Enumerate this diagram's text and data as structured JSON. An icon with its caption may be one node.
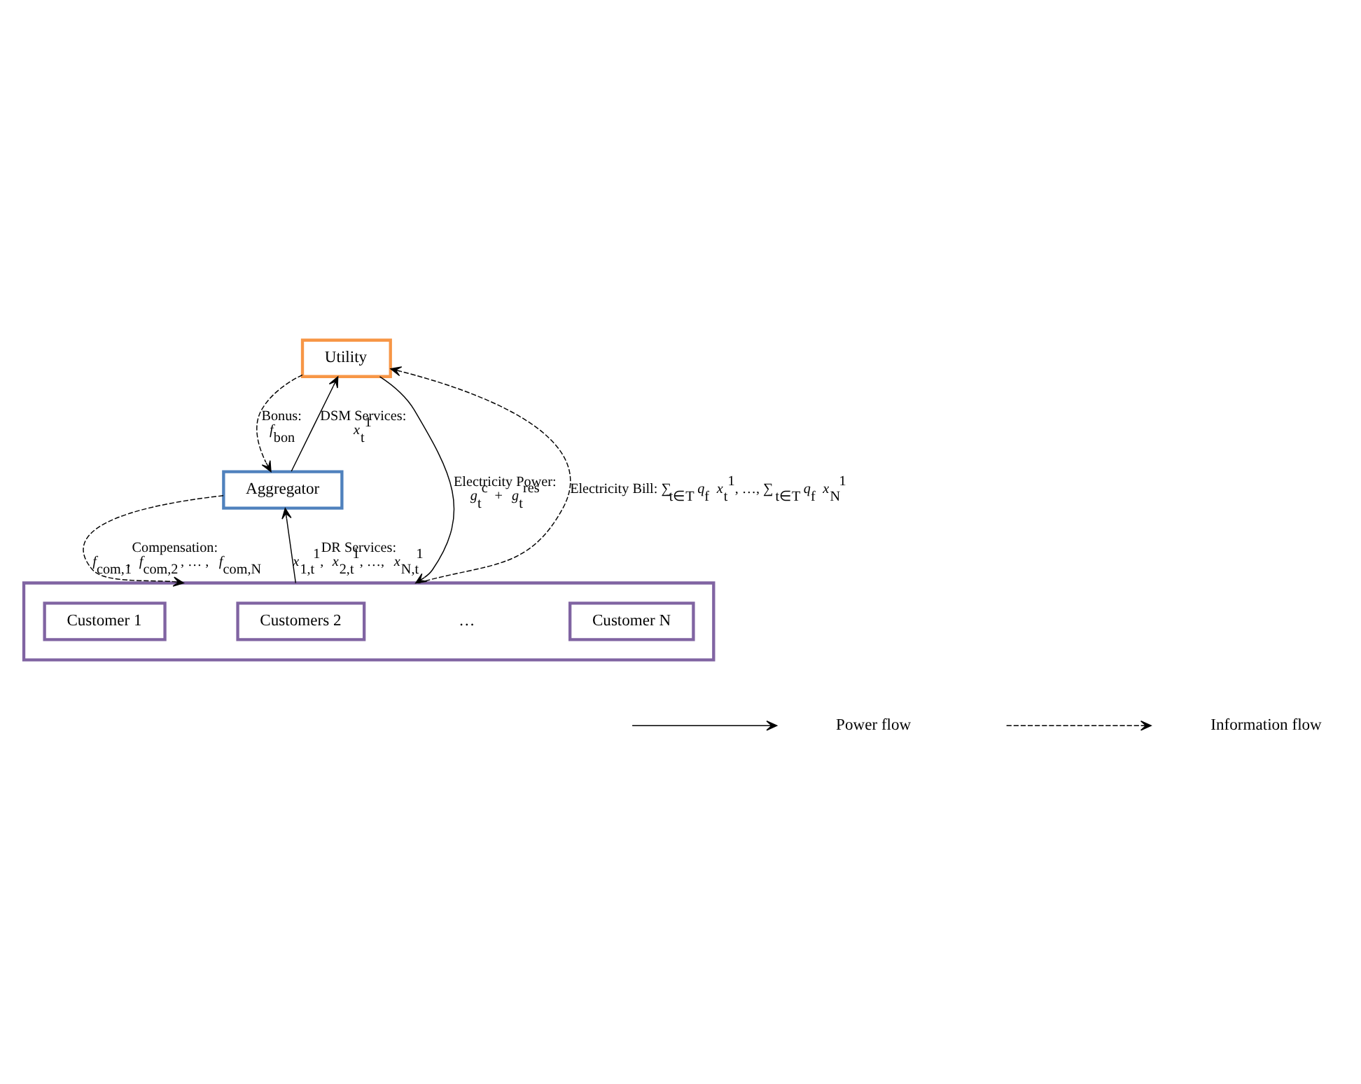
{
  "diagram": {
    "nodes": [
      {
        "text": [
          "Utility"
        ]
      },
      {
        "text": [
          "Aggregator"
        ]
      },
      {
        "text": [],
        "shape": "box"
      },
      {
        "text": [
          "Customer 1"
        ],
        "in": 2
      },
      {
        "text": [
          "Customers 2"
        ],
        "in": 2
      },
      {
        "text": [
          "Customer N"
        ],
        "in": 2
      }
    ],
    "edges": [
      {
        "from": 0,
        "to": 2,
        "arrow": "to",
        "label": "Electricity Power: *g*$_{t}$$^{c}$ + *g*$_{t}$$^{res}$"
      },
      {
        "from": 0,
        "to": 1,
        "arrow": "to",
        "style": "dashed",
        "label": "Bonus: *f*$_{bon}$"
      },
      {
        "from": 1,
        "to": 0,
        "arrow": "to",
        "label": "DSM Services: *x*$_{t}$$^{1}$"
      },
      {
        "from": 1,
        "to": 2,
        "arrow": "to",
        "style": "dashed",
        "label": "Compensation: *f*$_{com,1}$, *f*$_{com,2}$ , … , *f*$_{com,N}$"
      },
      {
        "from": 2,
        "to": 1,
        "arrow": "to",
        "label": "DR Services: *x*$_{1,t}$$^{1}$, *x*$_{2,t}$$^{1}$, …, *x*$_{N,t}$$^{1}$"
      },
      {
        "from": 2,
        "to": 0,
        "arrow": "to",
        "style": "dashed",
        "label": "Electricity Bill: ∑$_{t∈T}$ *q*$_{f}$ *x*$_{t}$$^{1}$, …, ∑$_{t∈T}$ *q*$_{f}$ *x*$_{N}$$^{1}$"
      }
    ],
    "labels": [
      "…"
    ],
    "legend": [
      {
        "text": "Power flow"
      },
      {
        "text": "Information flow"
      }
    ]
  }
}
